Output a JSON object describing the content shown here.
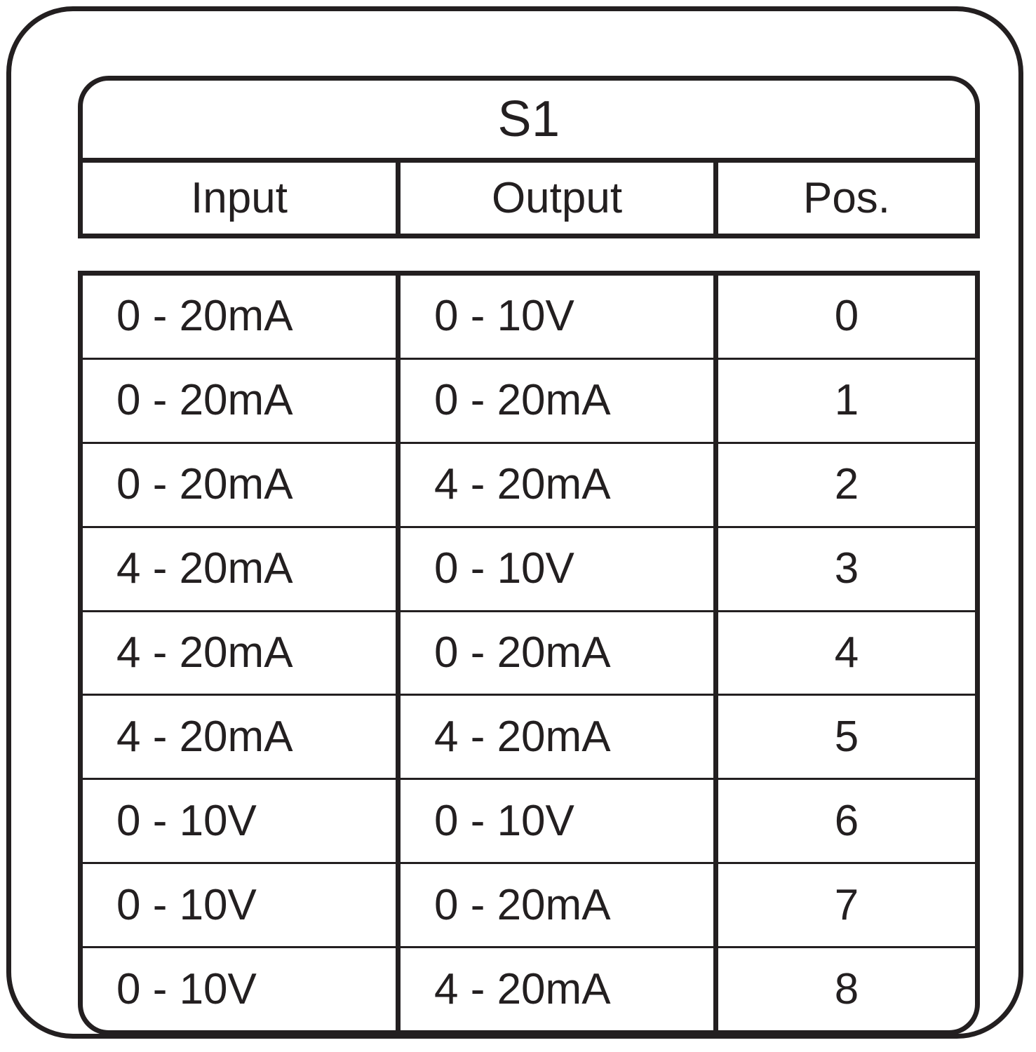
{
  "colors": {
    "ink": "#231f20",
    "background": "#ffffff"
  },
  "table": {
    "title": "S1",
    "headers": {
      "input": "Input",
      "output": "Output",
      "pos": "Pos."
    },
    "rows": [
      {
        "input": "0 - 20mA",
        "output": "0 - 10V",
        "pos": "0"
      },
      {
        "input": "0 - 20mA",
        "output": "0 - 20mA",
        "pos": "1"
      },
      {
        "input": "0 - 20mA",
        "output": "4 - 20mA",
        "pos": "2"
      },
      {
        "input": "4 - 20mA",
        "output": "0 - 10V",
        "pos": "3"
      },
      {
        "input": "4 - 20mA",
        "output": "0 - 20mA",
        "pos": "4"
      },
      {
        "input": "4 - 20mA",
        "output": "4 - 20mA",
        "pos": "5"
      },
      {
        "input": "0 - 10V",
        "output": "0 - 10V",
        "pos": "6"
      },
      {
        "input": "0 - 10V",
        "output": "0 - 20mA",
        "pos": "7"
      },
      {
        "input": "0 - 10V",
        "output": "4 - 20mA",
        "pos": "8"
      }
    ]
  }
}
